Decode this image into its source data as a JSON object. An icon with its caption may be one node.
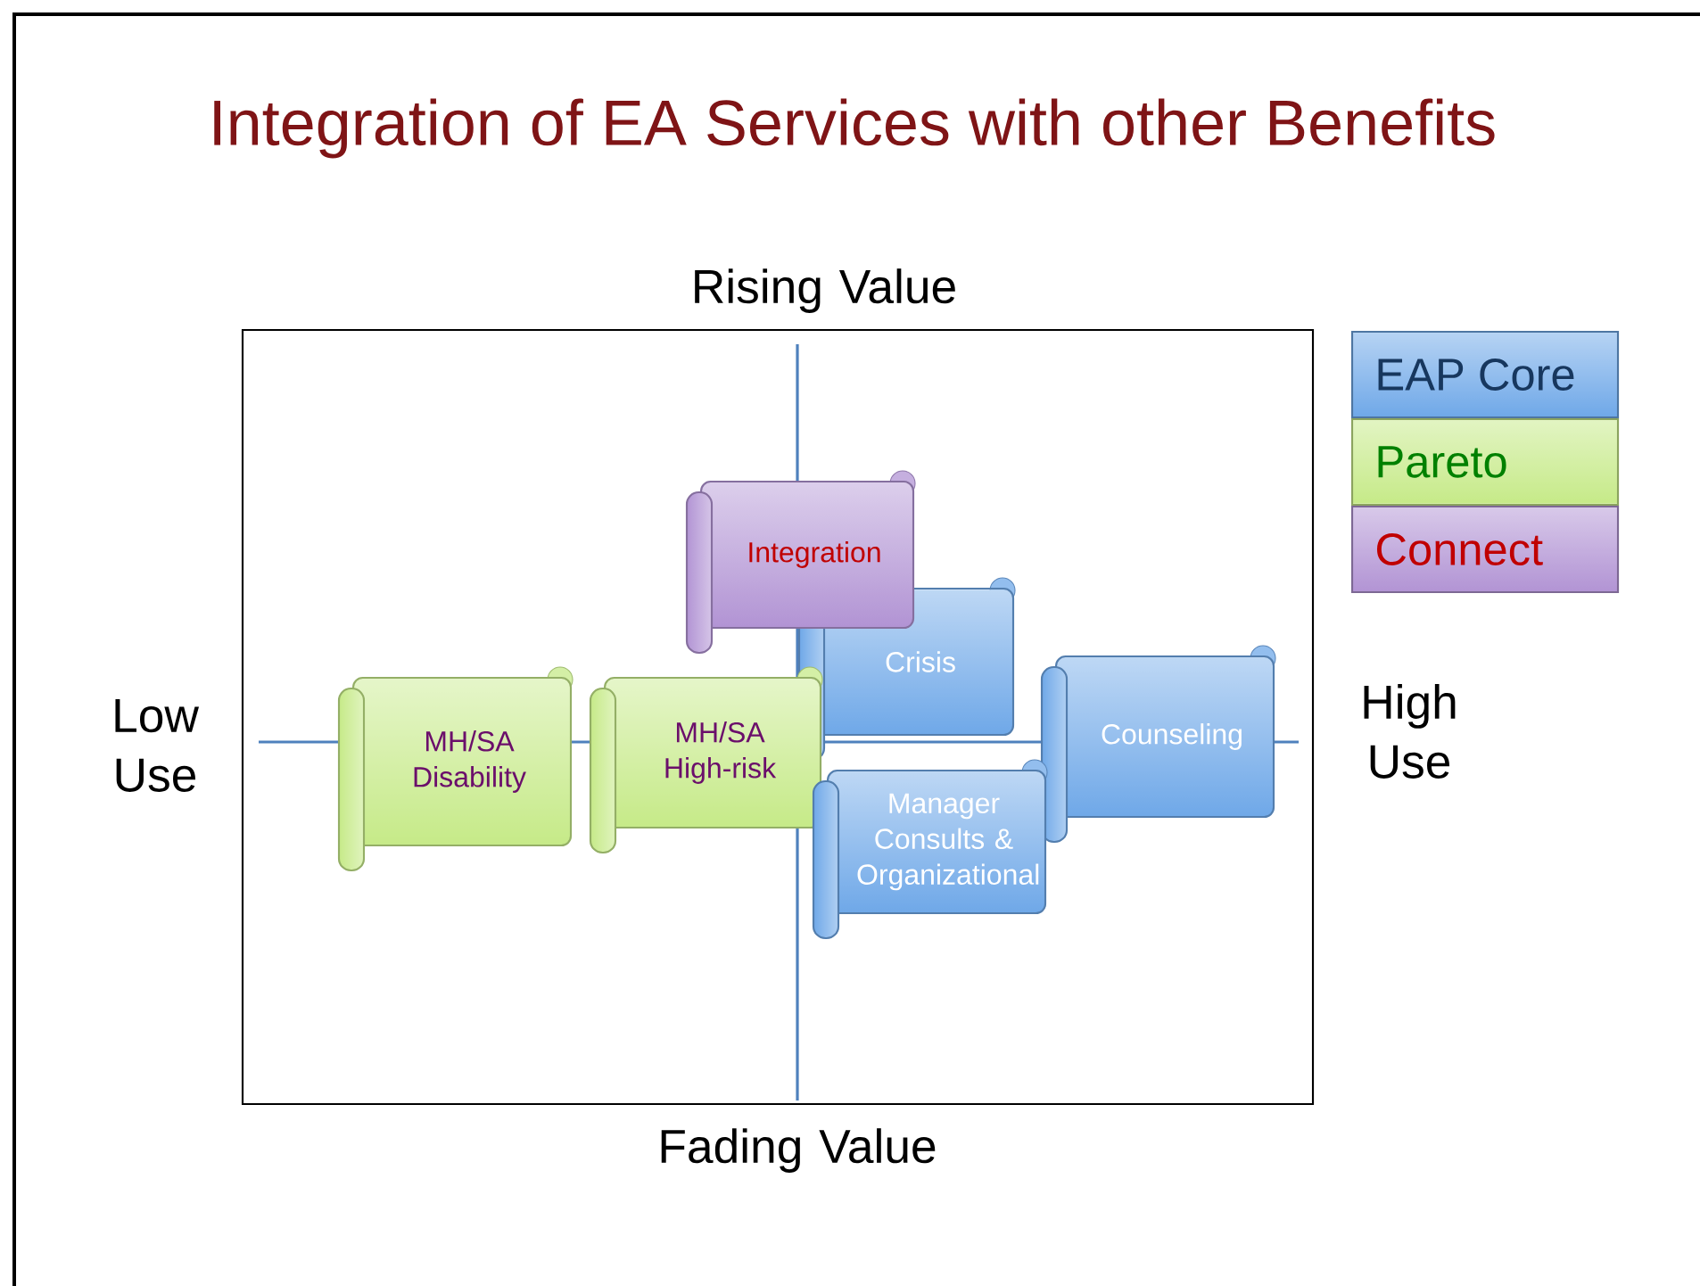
{
  "diagram": {
    "title": "Integration of EA Services with other Benefits",
    "nodes": [
      {
        "text": [
          "Integration"
        ]
      },
      {
        "text": [
          "Crisis"
        ]
      },
      {
        "text": [
          "MH/SA Disability"
        ]
      },
      {
        "text": [
          "MH/SA High-risk"
        ]
      },
      {
        "text": [
          "Counseling"
        ]
      },
      {
        "text": [
          "Manager Consults & Organizational"
        ]
      }
    ],
    "labels": [
      "Rising Value",
      "Low Use",
      "High Use",
      "Fading Value"
    ],
    "legend": [
      {
        "text": "EAP Core",
        "color": "#6fa8e8"
      },
      {
        "text": "Pareto",
        "color": "#c6ea88"
      },
      {
        "text": "Connect",
        "color": "#b294d4"
      }
    ]
  }
}
